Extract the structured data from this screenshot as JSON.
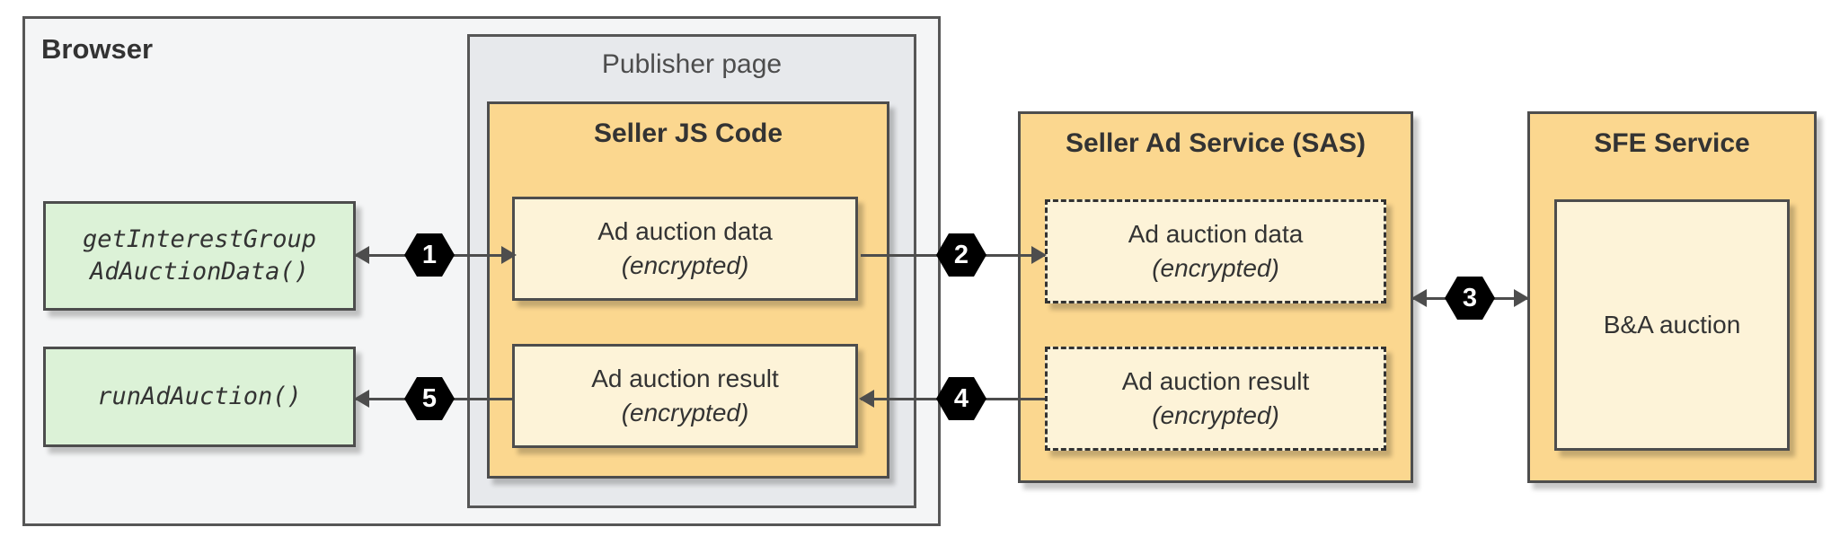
{
  "palette": {
    "container_fill": "#fbd78f",
    "inner_fill": "#fdf3d8",
    "green_fill": "#dcf2d7",
    "browser_fill": "#f4f5f6",
    "publisher_fill": "#e7e9ec",
    "border": "#4d4d4d",
    "badge_fill": "#000000",
    "badge_text": "#ffffff"
  },
  "browser": {
    "label": "Browser",
    "api_calls": [
      {
        "line1": "getInterestGroup",
        "line2": "AdAuctionData()"
      },
      {
        "line1": "runAdAuction()"
      }
    ],
    "publisher_page": {
      "label": "Publisher page",
      "seller_js": {
        "title": "Seller JS Code",
        "boxes": [
          {
            "title": "Ad auction data",
            "subtitle": "(encrypted)"
          },
          {
            "title": "Ad auction result",
            "subtitle": "(encrypted)"
          }
        ]
      }
    }
  },
  "sas": {
    "title": "Seller Ad Service (SAS)",
    "boxes": [
      {
        "title": "Ad auction data",
        "subtitle": "(encrypted)"
      },
      {
        "title": "Ad auction result",
        "subtitle": "(encrypted)"
      }
    ]
  },
  "sfe": {
    "title": "SFE Service",
    "box": {
      "title": "B&A auction"
    }
  },
  "steps": [
    "1",
    "2",
    "3",
    "4",
    "5"
  ]
}
